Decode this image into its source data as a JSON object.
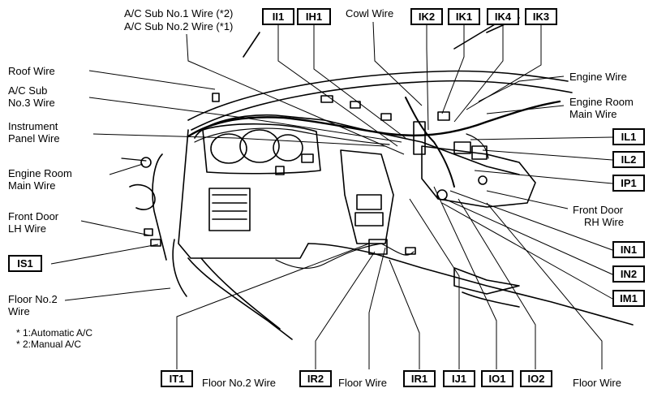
{
  "labels": {
    "ac_sub_no1": "A/C Sub No.1 Wire (*2)",
    "ac_sub_no2": "A/C Sub No.2 Wire (*1)",
    "cowl_wire": "Cowl Wire",
    "roof_wire": "Roof Wire",
    "ac_sub_no3_l1": "A/C Sub",
    "ac_sub_no3_l2": "No.3 Wire",
    "instrument_l1": "Instrument",
    "instrument_l2": "Panel Wire",
    "eng_room_left_l1": "Engine Room",
    "eng_room_left_l2": "Main Wire",
    "front_door_lh_l1": "Front Door",
    "front_door_lh_l2": "LH Wire",
    "floor_no2_left_l1": "Floor No.2",
    "floor_no2_left_l2": "Wire",
    "engine_wire": "Engine Wire",
    "eng_room_right_l1": "Engine Room",
    "eng_room_right_l2": "Main Wire",
    "front_door_rh_l1": "Front Door",
    "front_door_rh_l2": "RH Wire",
    "floor_no2_bottom": "Floor No.2 Wire",
    "floor_wire_mid": "Floor Wire",
    "floor_wire_right": "Floor Wire"
  },
  "notes": [
    "* 1:Automatic A/C",
    "* 2:Manual A/C"
  ],
  "connectors": {
    "II1": "II1",
    "IH1": "IH1",
    "IK2": "IK2",
    "IK1": "IK1",
    "IK4": "IK4",
    "IK3": "IK3",
    "IL1": "IL1",
    "IL2": "IL2",
    "IP1": "IP1",
    "IN1": "IN1",
    "IN2": "IN2",
    "IM1": "IM1",
    "IS1": "IS1",
    "IT1": "IT1",
    "IR2": "IR2",
    "IR1": "IR1",
    "IJ1": "IJ1",
    "IO1": "IO1",
    "IO2": "IO2"
  }
}
